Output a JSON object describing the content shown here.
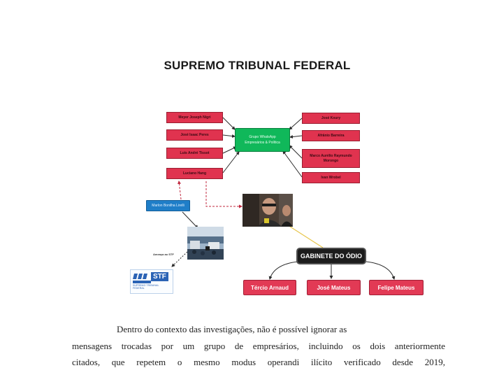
{
  "document": {
    "title": "SUPREMO TRIBUNAL FEDERAL"
  },
  "diagram": {
    "left_people": [
      "Meyer Joseph Nigri",
      "José Isaac Peres",
      "Luis André Tissot",
      "Luciano Hang"
    ],
    "center": {
      "line1": "Grupo WhatsApp",
      "line2": "Empresários & Política"
    },
    "right_people": [
      "José Koury",
      "Afrânio Barreira",
      "Marco Aurélio Raymundo Morongo",
      "Ivan Wrobel"
    ],
    "marlon": "Marlon Bonilha Lirelli",
    "threat_caption": "Ameaça ao STF",
    "stf_logo": {
      "text": "STF",
      "subtitle": "SUPREMO TRIBUNAL FEDERAL"
    },
    "gabinete": "GABINETE DO ÓDIO",
    "gabinete_members": [
      "Tércio Arnaud",
      "José Mateus",
      "Felipe Mateus"
    ]
  },
  "body_text": {
    "line1": "Dentro do contexto das investigações, não é possível ignorar as",
    "line2": "mensagens trocadas por um grupo de empresários, incluindo os dois anteriormente",
    "line3": "citados, que repetem o mesmo modus operandi ilícito verificado desde 2019,"
  },
  "colors": {
    "red_box": "#e0334f",
    "green_box": "#10b85a",
    "blue_box": "#1f7ec8",
    "dark_box": "#1c1c1c",
    "connector_red": "#c0283f",
    "connector_yellow": "#e7c54a"
  }
}
